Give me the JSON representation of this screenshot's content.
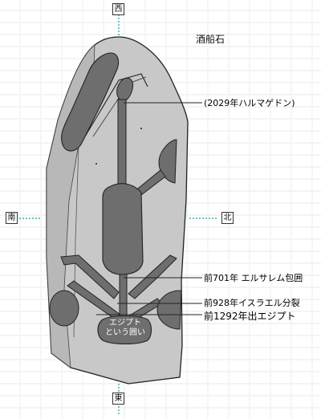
{
  "title": "酒船石",
  "directions": {
    "north": "北",
    "south": "南",
    "east": "東",
    "west": "西"
  },
  "annotations": [
    "(2029年ハルマゲドン)",
    "前701年 エルサレム包囲",
    "前928年イスラエル分裂",
    "前1292年出エジプト"
  ],
  "basin_label": {
    "line1": "エジプト",
    "line2": "という囲い"
  },
  "colors": {
    "stone": "#c8c8c8",
    "stone_left_face": "#b3b3b3",
    "carving": "#6e6e6e",
    "outline": "#222222",
    "compass_line": "#1a9aa0"
  }
}
